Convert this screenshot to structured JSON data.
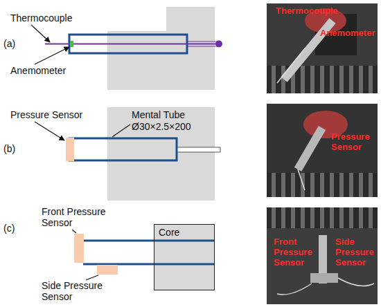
{
  "diagram": {
    "nodes": [
      {
        "text": [
          "Core"
        ]
      }
    ],
    "edges": [],
    "labels": [
      "(a)",
      "Thermocouple",
      "Anemometer",
      "Thermocouple",
      "Anemometer",
      "(b)",
      "Pressure Sensor",
      "Mental Tube",
      "Ø30×2.5×200",
      "Pressure Sensor",
      "(c)",
      "Front Pressure Sensor",
      "Side Pressure Sensor",
      "Front Pressure Sensor",
      "Side Pressure Sensor"
    ]
  }
}
